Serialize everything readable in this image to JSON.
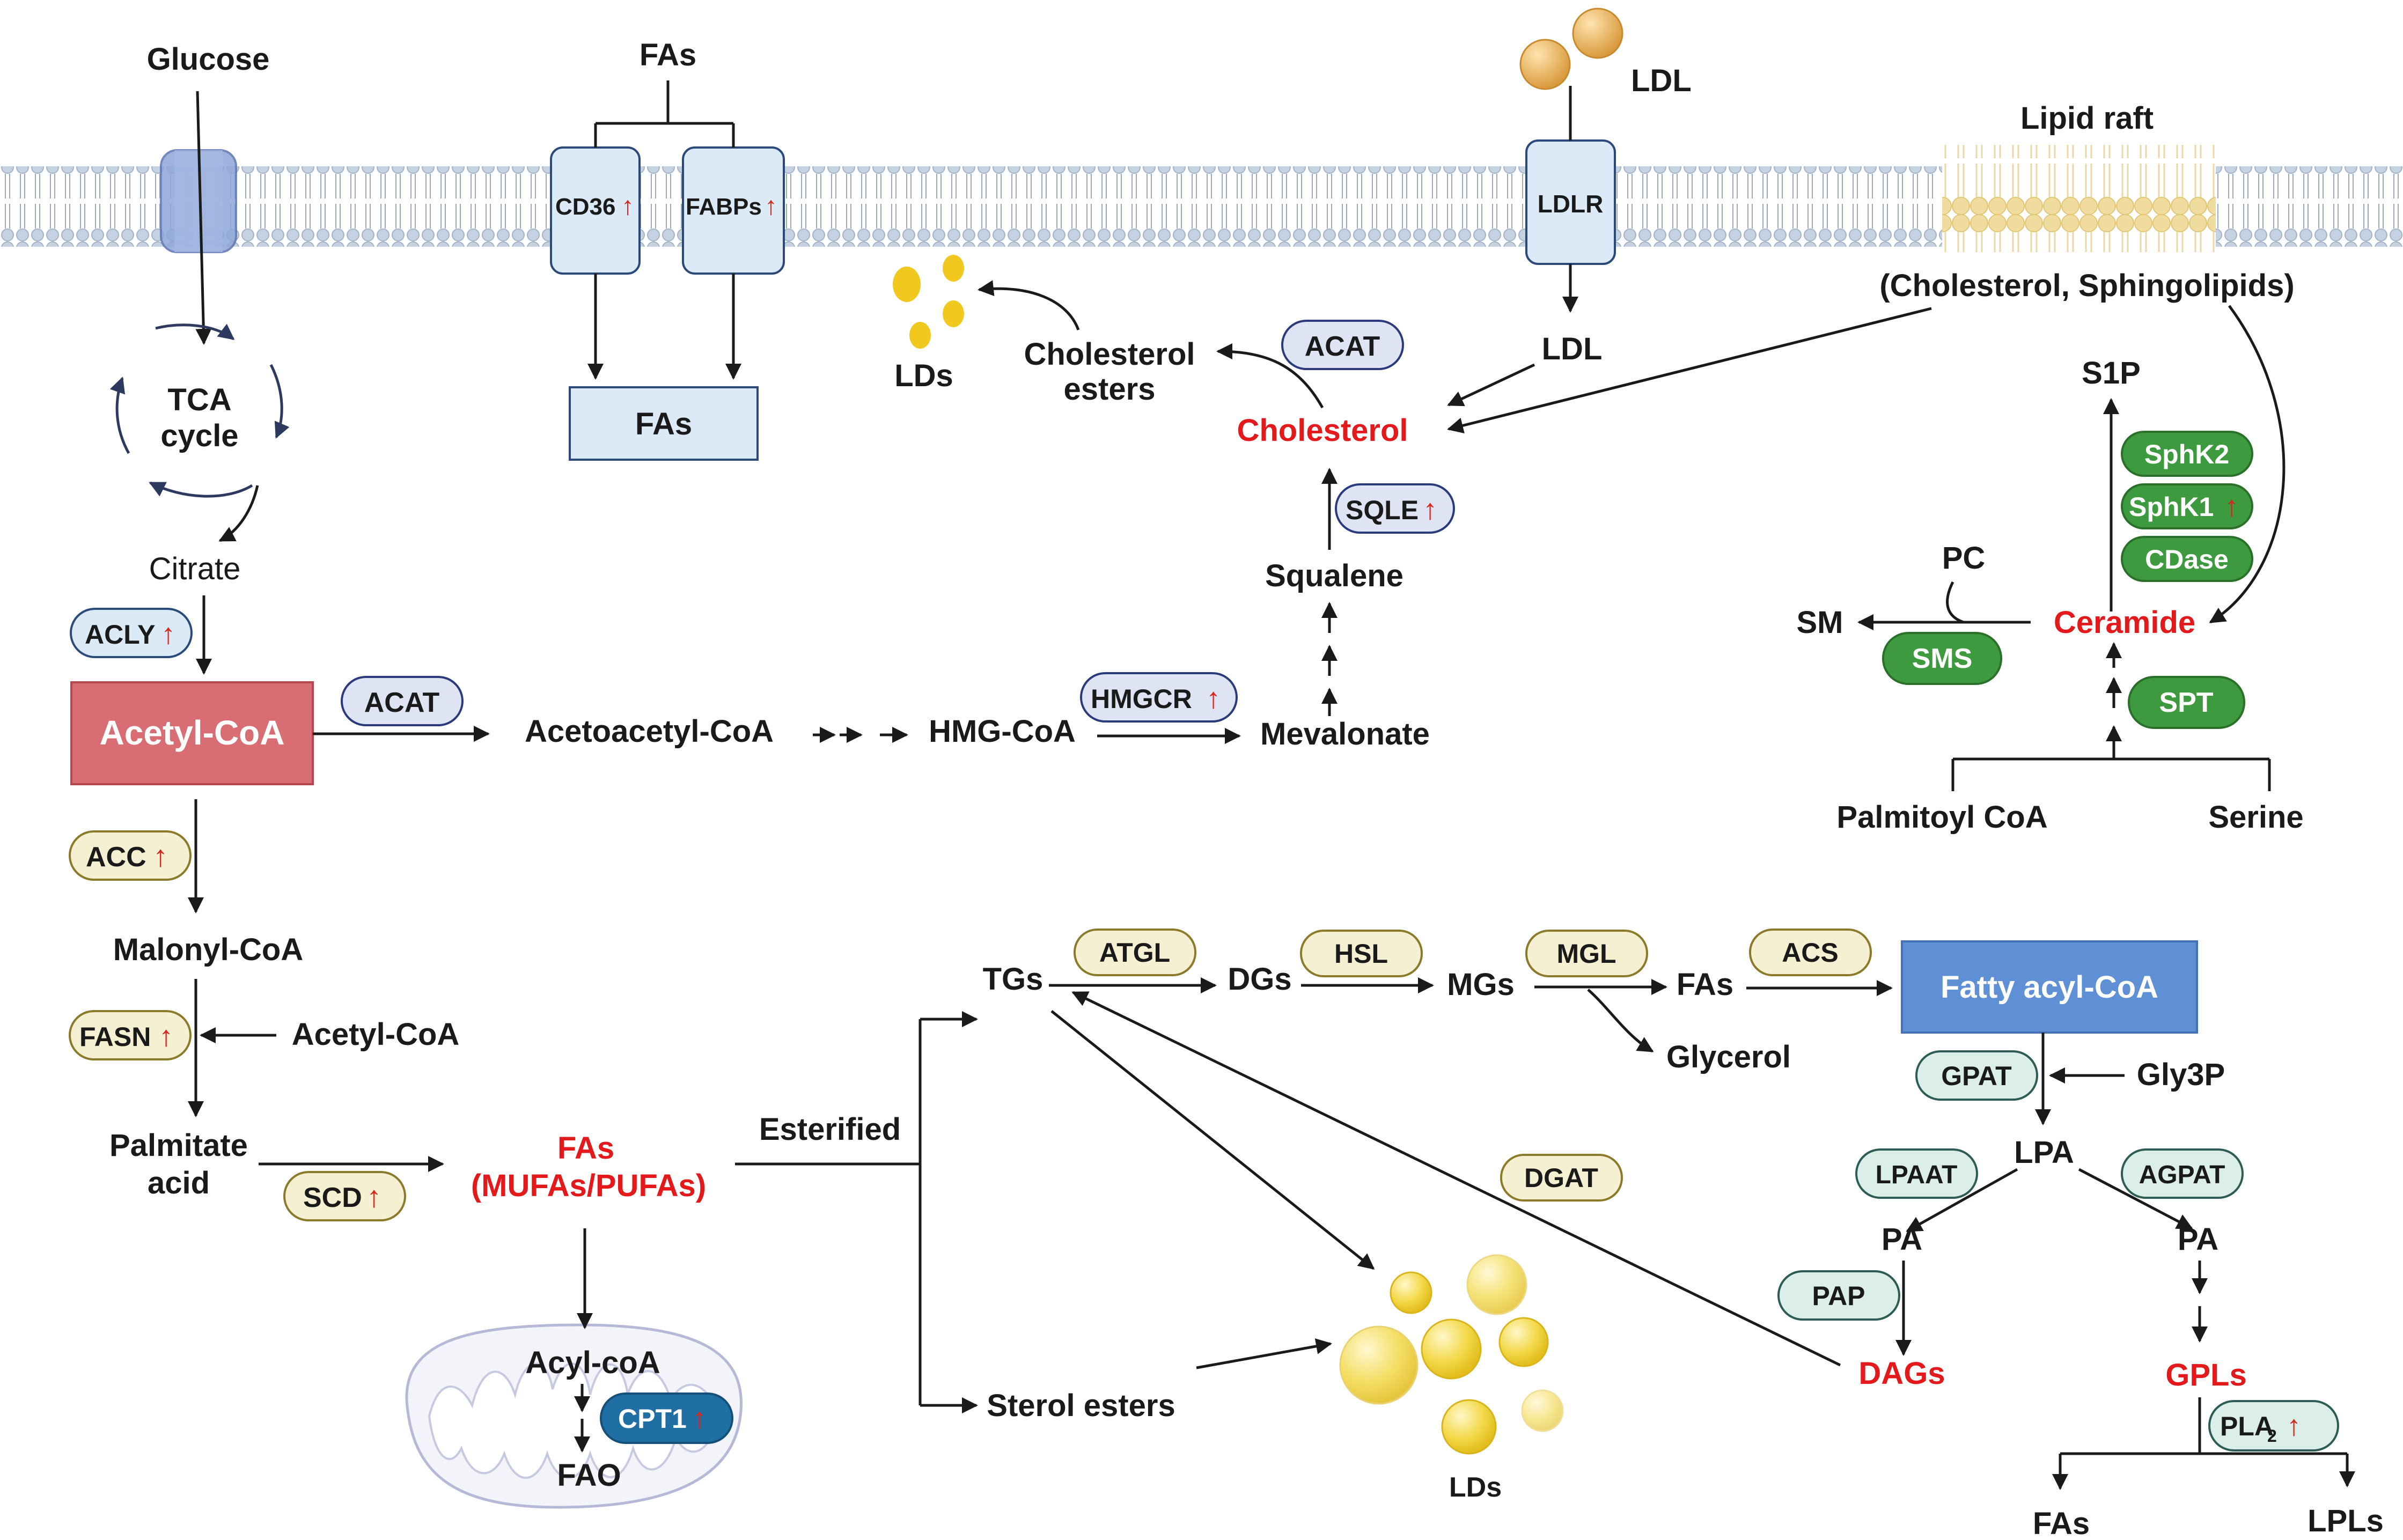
{
  "glucose": "Glucose",
  "fas_top": "FAs",
  "cd36": "CD36",
  "fabps": "FABPs",
  "fas_box": "FAs",
  "ldl_top": "LDL",
  "ldlr": "LDLR",
  "ldl_mid": "LDL",
  "lipid_raft": "Lipid raft",
  "raft_components": "(Cholesterol, Sphingolipids)",
  "tca_line1": "TCA",
  "tca_line2": "cycle",
  "citrate": "Citrate",
  "acly": "ACLY",
  "acetyl_coa_box": "Acetyl-CoA",
  "acat_1": "ACAT",
  "acetoacetyl_coa": "Acetoacetyl-CoA",
  "hmg_coa": "HMG-CoA",
  "hmgcr": "HMGCR",
  "mevalonate": "Mevalonate",
  "squalene": "Squalene",
  "sqle": "SQLE",
  "cholesterol": "Cholesterol",
  "acat_2": "ACAT",
  "chol_esters_line1": "Cholesterol",
  "chol_esters_line2": "esters",
  "lds_top": "LDs",
  "s1p": "S1P",
  "sphk2": "SphK2",
  "sphk1": "SphK1",
  "cdase": "CDase",
  "pc": "PC",
  "sm": "SM",
  "sms": "SMS",
  "ceramide": "Ceramide",
  "spt": "SPT",
  "palmitoyl_coa": "Palmitoyl CoA",
  "serine": "Serine",
  "acc": "ACC",
  "malonyl_coa": "Malonyl-CoA",
  "fasn": "FASN",
  "acetyl_coa_2": "Acetyl-CoA",
  "palmitate_line1": "Palmitate",
  "palmitate_line2": "acid",
  "scd": "SCD",
  "fas_red_line1": "FAs",
  "fas_red_line2": "(MUFAs/PUFAs)",
  "esterified": "Esterified",
  "acyl_coa": "Acyl-coA",
  "cpt1": "CPT1",
  "fao": "FAO",
  "tgs": "TGs",
  "atgl": "ATGL",
  "dgs": "DGs",
  "hsl": "HSL",
  "mgs": "MGs",
  "mgl": "MGL",
  "fas_lipolysis": "FAs",
  "acs": "ACS",
  "fatty_acyl_coa": "Fatty acyl-CoA",
  "glycerol": "Glycerol",
  "dgat": "DGAT",
  "sterol_esters": "Sterol esters",
  "lds_bottom": "LDs",
  "gpat": "GPAT",
  "gly3p": "Gly3P",
  "lpa": "LPA",
  "lpaat": "LPAAT",
  "agpat": "AGPAT",
  "pa_left": "PA",
  "pa_right": "PA",
  "pap": "PAP",
  "dags": "DAGs",
  "gpls": "GPLs",
  "pla2": "PLA",
  "pla2_sub": "2",
  "fas_end": "FAs",
  "lpls": "LPLs",
  "up_arrow": "↑"
}
